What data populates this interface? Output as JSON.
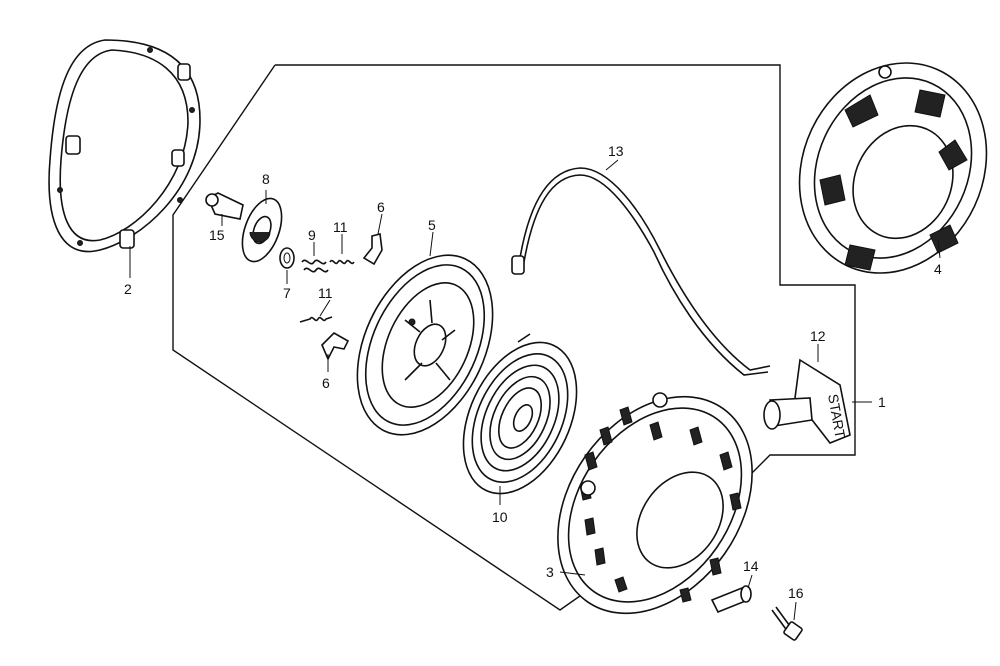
{
  "diagram": {
    "callouts": [
      {
        "id": "1",
        "text": "1"
      },
      {
        "id": "2",
        "text": "2"
      },
      {
        "id": "3",
        "text": "3"
      },
      {
        "id": "4",
        "text": "4"
      },
      {
        "id": "5",
        "text": "5"
      },
      {
        "id": "6a",
        "text": "6"
      },
      {
        "id": "6b",
        "text": "6"
      },
      {
        "id": "7",
        "text": "7"
      },
      {
        "id": "8",
        "text": "8"
      },
      {
        "id": "9",
        "text": "9"
      },
      {
        "id": "10",
        "text": "10"
      },
      {
        "id": "11a",
        "text": "11"
      },
      {
        "id": "11b",
        "text": "11"
      },
      {
        "id": "12",
        "text": "12"
      },
      {
        "id": "13",
        "text": "13"
      },
      {
        "id": "14",
        "text": "14"
      },
      {
        "id": "15",
        "text": "15"
      },
      {
        "id": "16",
        "text": "16"
      }
    ],
    "handle_text": "START"
  }
}
